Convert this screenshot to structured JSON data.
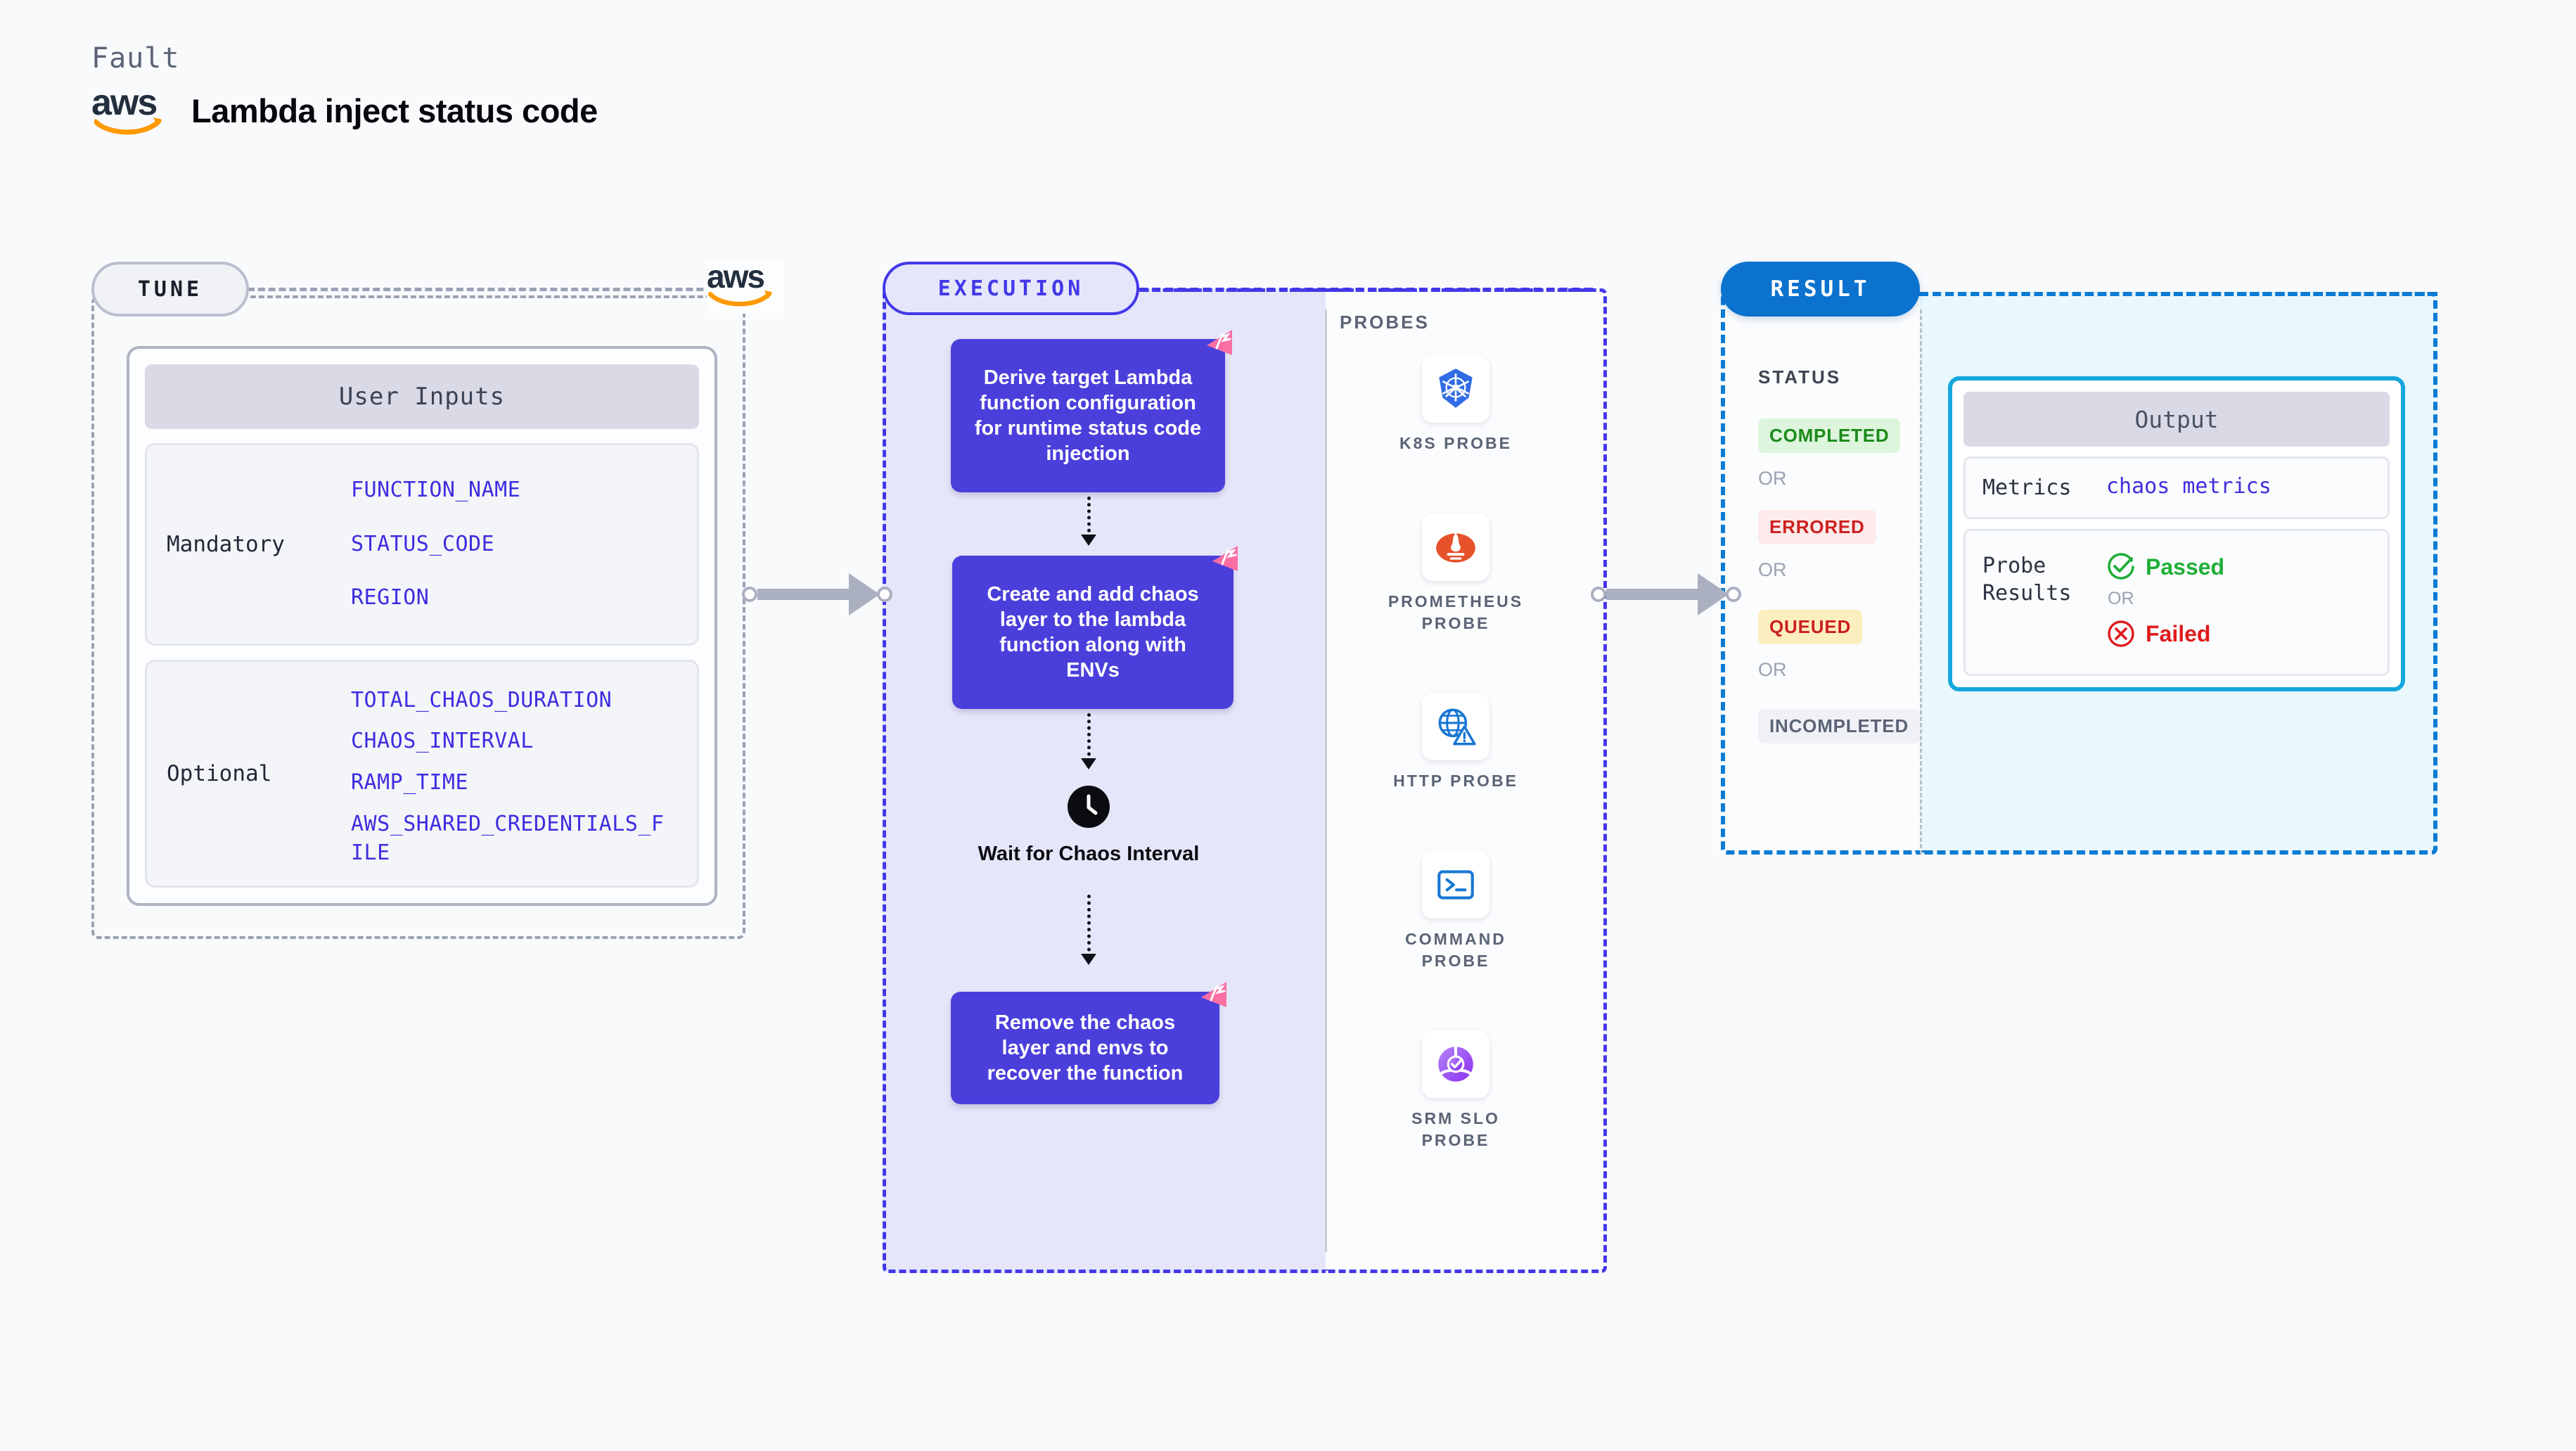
{
  "header": {
    "fault_label": "Fault",
    "title": "Lambda inject status code",
    "logo": "aws-logo"
  },
  "tune": {
    "pill_label": "TUNE",
    "badge_icon": "aws-logo",
    "card_title": "User Inputs",
    "groups": [
      {
        "label": "Mandatory",
        "vars": [
          "FUNCTION_NAME",
          "STATUS_CODE",
          "REGION"
        ]
      },
      {
        "label": "Optional",
        "vars": [
          "TOTAL_CHAOS_DURATION",
          "CHAOS_INTERVAL",
          "RAMP_TIME",
          "AWS_SHARED_CREDENTIALS_FILE"
        ]
      }
    ]
  },
  "execution": {
    "pill_label": "EXECUTION",
    "steps": [
      {
        "text": "Derive target Lambda function configuration for runtime status code injection",
        "flag": "chaos-flag-icon"
      },
      {
        "text": "Create and add chaos layer to the lambda function along with ENVs",
        "flag": "chaos-flag-icon"
      },
      {
        "text": "Remove the chaos layer and envs to recover the function",
        "flag": "chaos-flag-icon"
      }
    ],
    "wait": {
      "icon": "clock-icon",
      "label": "Wait for Chaos Interval"
    }
  },
  "probes": {
    "title": "PROBES",
    "items": [
      {
        "label": "K8S PROBE",
        "icon": "kubernetes-icon"
      },
      {
        "label": "PROMETHEUS PROBE",
        "icon": "prometheus-icon"
      },
      {
        "label": "HTTP PROBE",
        "icon": "http-globe-icon"
      },
      {
        "label": "COMMAND PROBE",
        "icon": "terminal-icon"
      },
      {
        "label": "SRM SLO PROBE",
        "icon": "srm-slo-icon"
      }
    ]
  },
  "result": {
    "pill_label": "RESULT",
    "status_title": "STATUS",
    "or_label": "OR",
    "statuses": [
      {
        "label": "COMPLETED",
        "bg": "#dcf5dc",
        "fg": "#1a8a1a"
      },
      {
        "label": "ERRORED",
        "bg": "#fdeaea",
        "fg": "#cc1f1f"
      },
      {
        "label": "QUEUED",
        "bg": "#fdeebf",
        "fg": "#cc1f1f"
      },
      {
        "label": "INCOMPLETED",
        "bg": "#f0f1f7",
        "fg": "#5a6475"
      }
    ],
    "output": {
      "title": "Output",
      "metrics_key": "Metrics",
      "metrics_value": "chaos metrics",
      "probe_key": "Probe Results",
      "passed_label": "Passed",
      "passed_icon": "check-circle-icon",
      "or_label": "OR",
      "failed_label": "Failed",
      "failed_icon": "x-circle-icon"
    }
  },
  "colors": {
    "page_bg": "#f8fafc",
    "accent_purple": "#4338e8",
    "step_purple": "#4b3fdb",
    "result_blue": "#0b72ce",
    "output_border": "#14a7dd",
    "chaos_pink": "#f96fa4",
    "aws_orange": "#ff9900"
  }
}
